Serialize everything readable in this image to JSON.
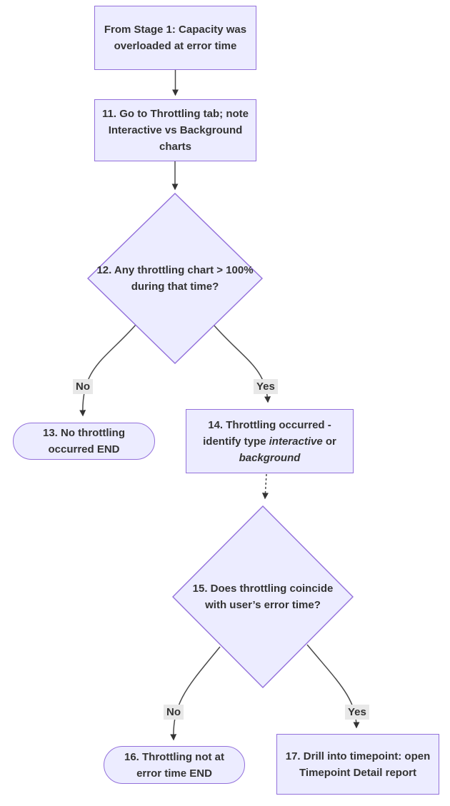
{
  "colors": {
    "node_fill": "#ECECFF",
    "node_border": "#9370DB",
    "edge": "#4a4a4a",
    "arrow": "#333333",
    "edge_label_bg": "#e8e8e8",
    "text": "#333333"
  },
  "nodes": {
    "start": {
      "label": "From Stage 1: Capacity was overloaded at error time"
    },
    "n11": {
      "label": "11. Go to Throttling tab; note Interactive vs Background charts"
    },
    "d12": {
      "label": "12. Any throttling chart > 100% during that time?"
    },
    "n13": {
      "label": "13. No throttling occurred END"
    },
    "n14": {
      "segments": [
        {
          "text": "14. Throttling occurred - identify type ",
          "style": "normal"
        },
        {
          "text": "interactive",
          "style": "italic"
        },
        {
          "text": " or ",
          "style": "normal"
        },
        {
          "text": "background",
          "style": "italic"
        }
      ]
    },
    "d15": {
      "label": "15. Does throttling coincide with user’s error time?"
    },
    "n16": {
      "label": "16. Throttling not at error time END"
    },
    "n17": {
      "label": "17. Drill into timepoint: open Timepoint Detail report"
    }
  },
  "edge_labels": {
    "d12_no": "No",
    "d12_yes": "Yes",
    "d15_no": "No",
    "d15_yes": "Yes"
  }
}
